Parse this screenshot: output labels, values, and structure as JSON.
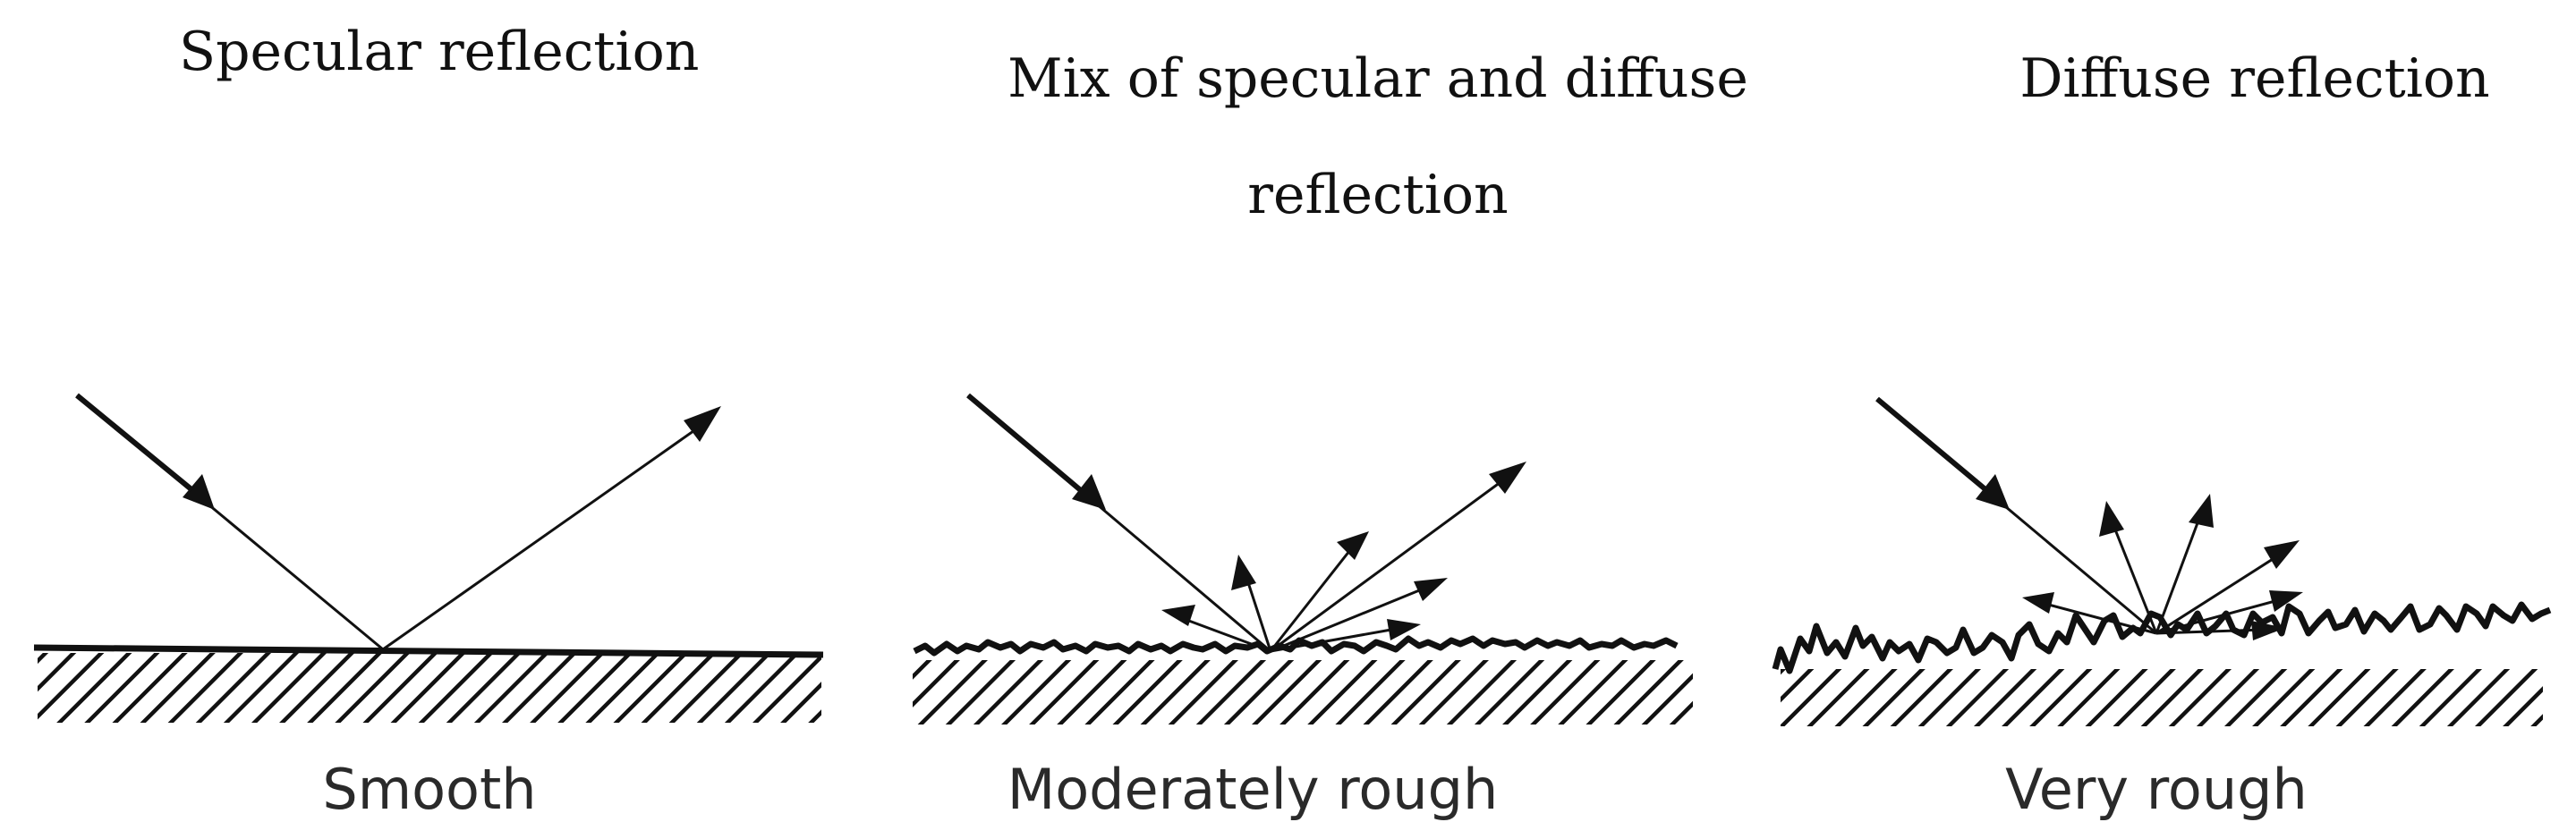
{
  "panels": [
    {
      "id": "specular",
      "title_lines": [
        "Specular reflection"
      ],
      "surface_label": "Smooth"
    },
    {
      "id": "mixed",
      "title_lines": [
        "Mix of specular and diffuse",
        "reflection"
      ],
      "surface_label": "Moderately rough"
    },
    {
      "id": "diffuse",
      "title_lines": [
        "Diffuse reflection"
      ],
      "surface_label": "Very rough"
    }
  ],
  "colors": {
    "ink": "#111111",
    "label": "#2a2a2a",
    "background": "#ffffff"
  }
}
